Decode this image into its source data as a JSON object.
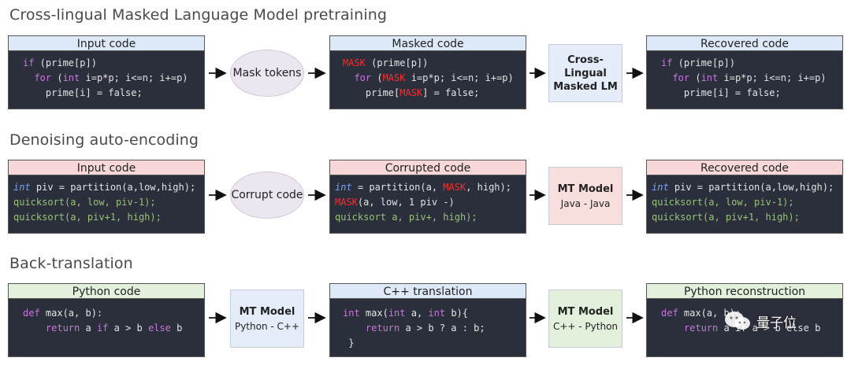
{
  "colors": {
    "keyword": "#c678dd",
    "ident": "#e5e5e5",
    "var": "#e06c75",
    "operator": "#56b6c2",
    "number": "#d19a66",
    "func": "#98c379",
    "mask": "#ff2b2b",
    "dim": "#8b8f9a",
    "type_italic": "#7aa2f7",
    "code_bg": "#2b2e3b"
  },
  "sections": [
    {
      "title": "Cross-lingual Masked Language Model pretraining",
      "input": {
        "header": "Input code",
        "lines": [
          [
            [
              "if",
              "kw"
            ],
            [
              " (prime[p])",
              "id"
            ]
          ],
          [
            [
              "  for",
              "kw"
            ],
            [
              " (",
              "id"
            ],
            [
              "int",
              "kw"
            ],
            [
              " i=p*p; i<=n; i+=p)",
              "id"
            ]
          ],
          [
            [
              "    prime[i] = false;",
              "id"
            ]
          ]
        ]
      },
      "op1": "Mask tokens",
      "middle": {
        "header": "Masked code",
        "lines": [
          [
            [
              "MASK",
              "mask"
            ],
            [
              " (prime[p])",
              "id"
            ]
          ],
          [
            [
              "  for",
              "kw"
            ],
            [
              " (",
              "id"
            ],
            [
              "MASK",
              "mask"
            ],
            [
              " i=p*p; i<=n; i+=p)",
              "id"
            ]
          ],
          [
            [
              "    prime[",
              "id"
            ],
            [
              "MASK",
              "mask"
            ],
            [
              "] = false;",
              "id"
            ]
          ]
        ]
      },
      "model": {
        "title": "Cross-Lingual Masked LM",
        "sub": ""
      },
      "output": {
        "header": "Recovered code",
        "lines": [
          [
            [
              "if",
              "kw"
            ],
            [
              " (prime[p])",
              "id"
            ]
          ],
          [
            [
              "  for",
              "kw"
            ],
            [
              " (",
              "id"
            ],
            [
              "int",
              "kw"
            ],
            [
              " i=p*p; i<=n; i+=p)",
              "id"
            ]
          ],
          [
            [
              "    prime[i] = false;",
              "id"
            ]
          ]
        ]
      }
    },
    {
      "title": "Denoising auto-encoding",
      "input": {
        "header": "Input code",
        "lines": [
          [
            [
              "int",
              "ty"
            ],
            [
              " piv = partition(a,low,high);",
              "id"
            ]
          ],
          [
            [
              "quicksort(a, low, piv-1);",
              "fn"
            ]
          ],
          [
            [
              "quicksort(a, piv+1, high);",
              "fn"
            ]
          ]
        ]
      },
      "op1": "Corrupt code",
      "middle": {
        "header": "Corrupted code",
        "lines": [
          [
            [
              "int",
              "ty"
            ],
            [
              " = partition(a, ",
              "id"
            ],
            [
              "MASK",
              "mask"
            ],
            [
              ", high);",
              "id"
            ]
          ],
          [
            [
              "MASK",
              "mask"
            ],
            [
              "(a, low, 1 piv -)",
              "id"
            ]
          ],
          [
            [
              "quicksort a, piv+, high);",
              "fn"
            ]
          ]
        ]
      },
      "model": {
        "title": "MT Model",
        "sub": "Java - Java"
      },
      "output": {
        "header": "Recovered code",
        "lines": [
          [
            [
              "int",
              "ty"
            ],
            [
              " piv = partition(a,low,high);",
              "id"
            ]
          ],
          [
            [
              "quicksort(a, low, piv-1);",
              "fn"
            ]
          ],
          [
            [
              "quicksort(a, piv+1, high);",
              "fn"
            ]
          ]
        ]
      }
    },
    {
      "title": "Back-translation",
      "input": {
        "header": "Python code",
        "lines": [
          [
            [
              "def",
              "kw"
            ],
            [
              " max(a, b):",
              "id"
            ]
          ],
          [
            [
              "    return",
              "kw"
            ],
            [
              " a ",
              "id"
            ],
            [
              "if",
              "kw"
            ],
            [
              " a > b ",
              "id"
            ],
            [
              "else",
              "kw"
            ],
            [
              " b",
              "id"
            ]
          ]
        ]
      },
      "op1_model": {
        "title": "MT Model",
        "sub": "Python - C++"
      },
      "middle": {
        "header": "C++ translation",
        "lines": [
          [
            [
              "int",
              "kw"
            ],
            [
              " max(",
              "id"
            ],
            [
              "int",
              "kw"
            ],
            [
              " a, ",
              "id"
            ],
            [
              "int",
              "kw"
            ],
            [
              " b){",
              "id"
            ]
          ],
          [
            [
              "    return",
              "kw"
            ],
            [
              " a > b ? a : b;",
              "id"
            ]
          ],
          [
            [
              " }",
              "id"
            ]
          ]
        ]
      },
      "model": {
        "title": "MT Model",
        "sub": "C++ - Python"
      },
      "output": {
        "header": "Python reconstruction",
        "lines": [
          [
            [
              "def",
              "kw"
            ],
            [
              " max(a, b):",
              "id"
            ]
          ],
          [
            [
              "    return",
              "kw"
            ],
            [
              " a if a > b else b",
              "id"
            ]
          ]
        ]
      }
    }
  ],
  "watermark": "量子位"
}
